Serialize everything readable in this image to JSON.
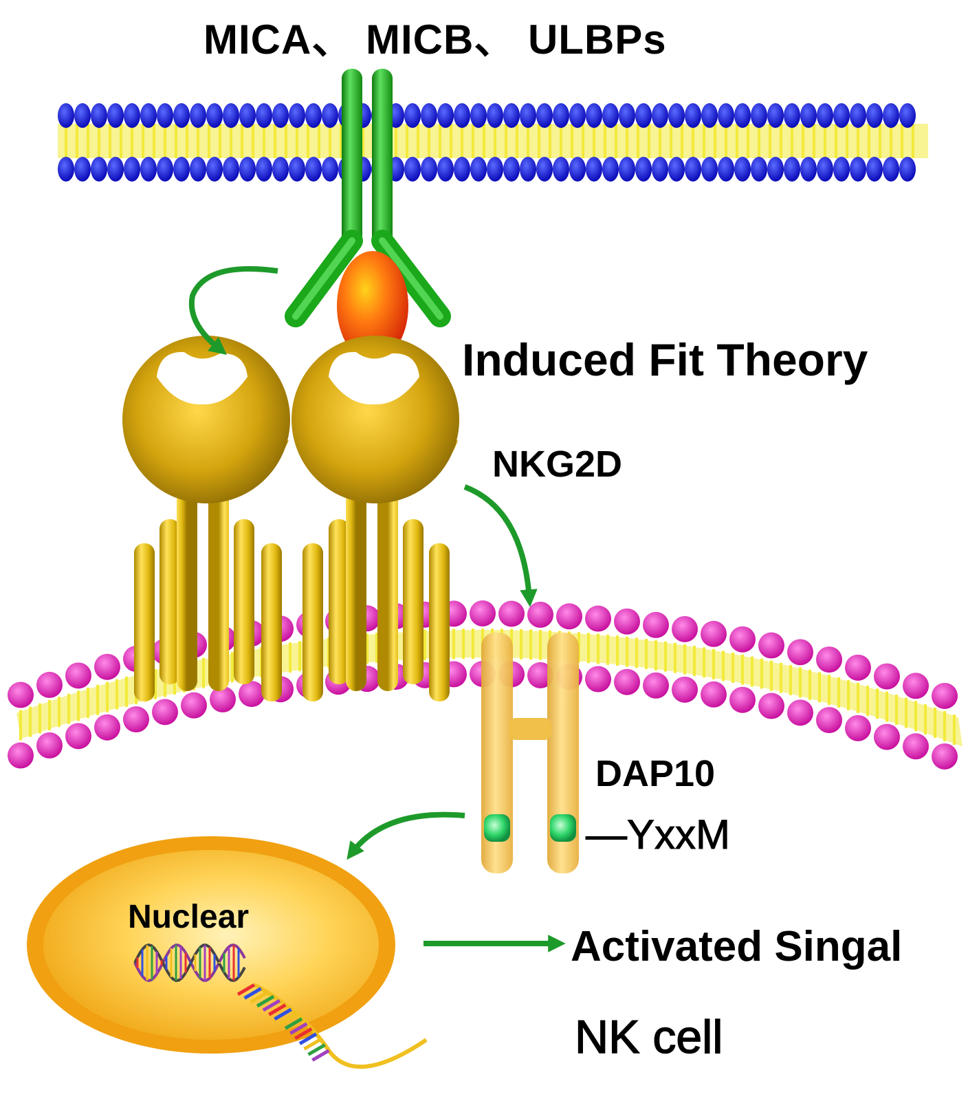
{
  "labels": {
    "ligands": "MICA、 MICB、 ULBPs",
    "theory": "Induced Fit Theory",
    "receptor": "NKG2D",
    "adaptor": "DAP10",
    "motif": "—YxxM",
    "nucleus": "Nuclear",
    "signal": "Activated Singal",
    "cell": "NK cell"
  },
  "colors": {
    "target_membrane_head": "#1010e0",
    "nk_membrane_head": "#e020b8",
    "lipid_tail": "#f2ea3a",
    "ligand": "#1fae1f",
    "ligand_head": "#e84410",
    "receptor": "#d4ac0c",
    "adaptor": "#f2c64a",
    "motif": "#2fd66a",
    "nucleus": "#f0a818",
    "arrow": "#1e9a2a"
  },
  "icons": [
    "lipid-bilayer",
    "ligand-y-shape",
    "receptor-dimer",
    "adaptor-h-shape",
    "dna-helix",
    "flow-arrow"
  ]
}
